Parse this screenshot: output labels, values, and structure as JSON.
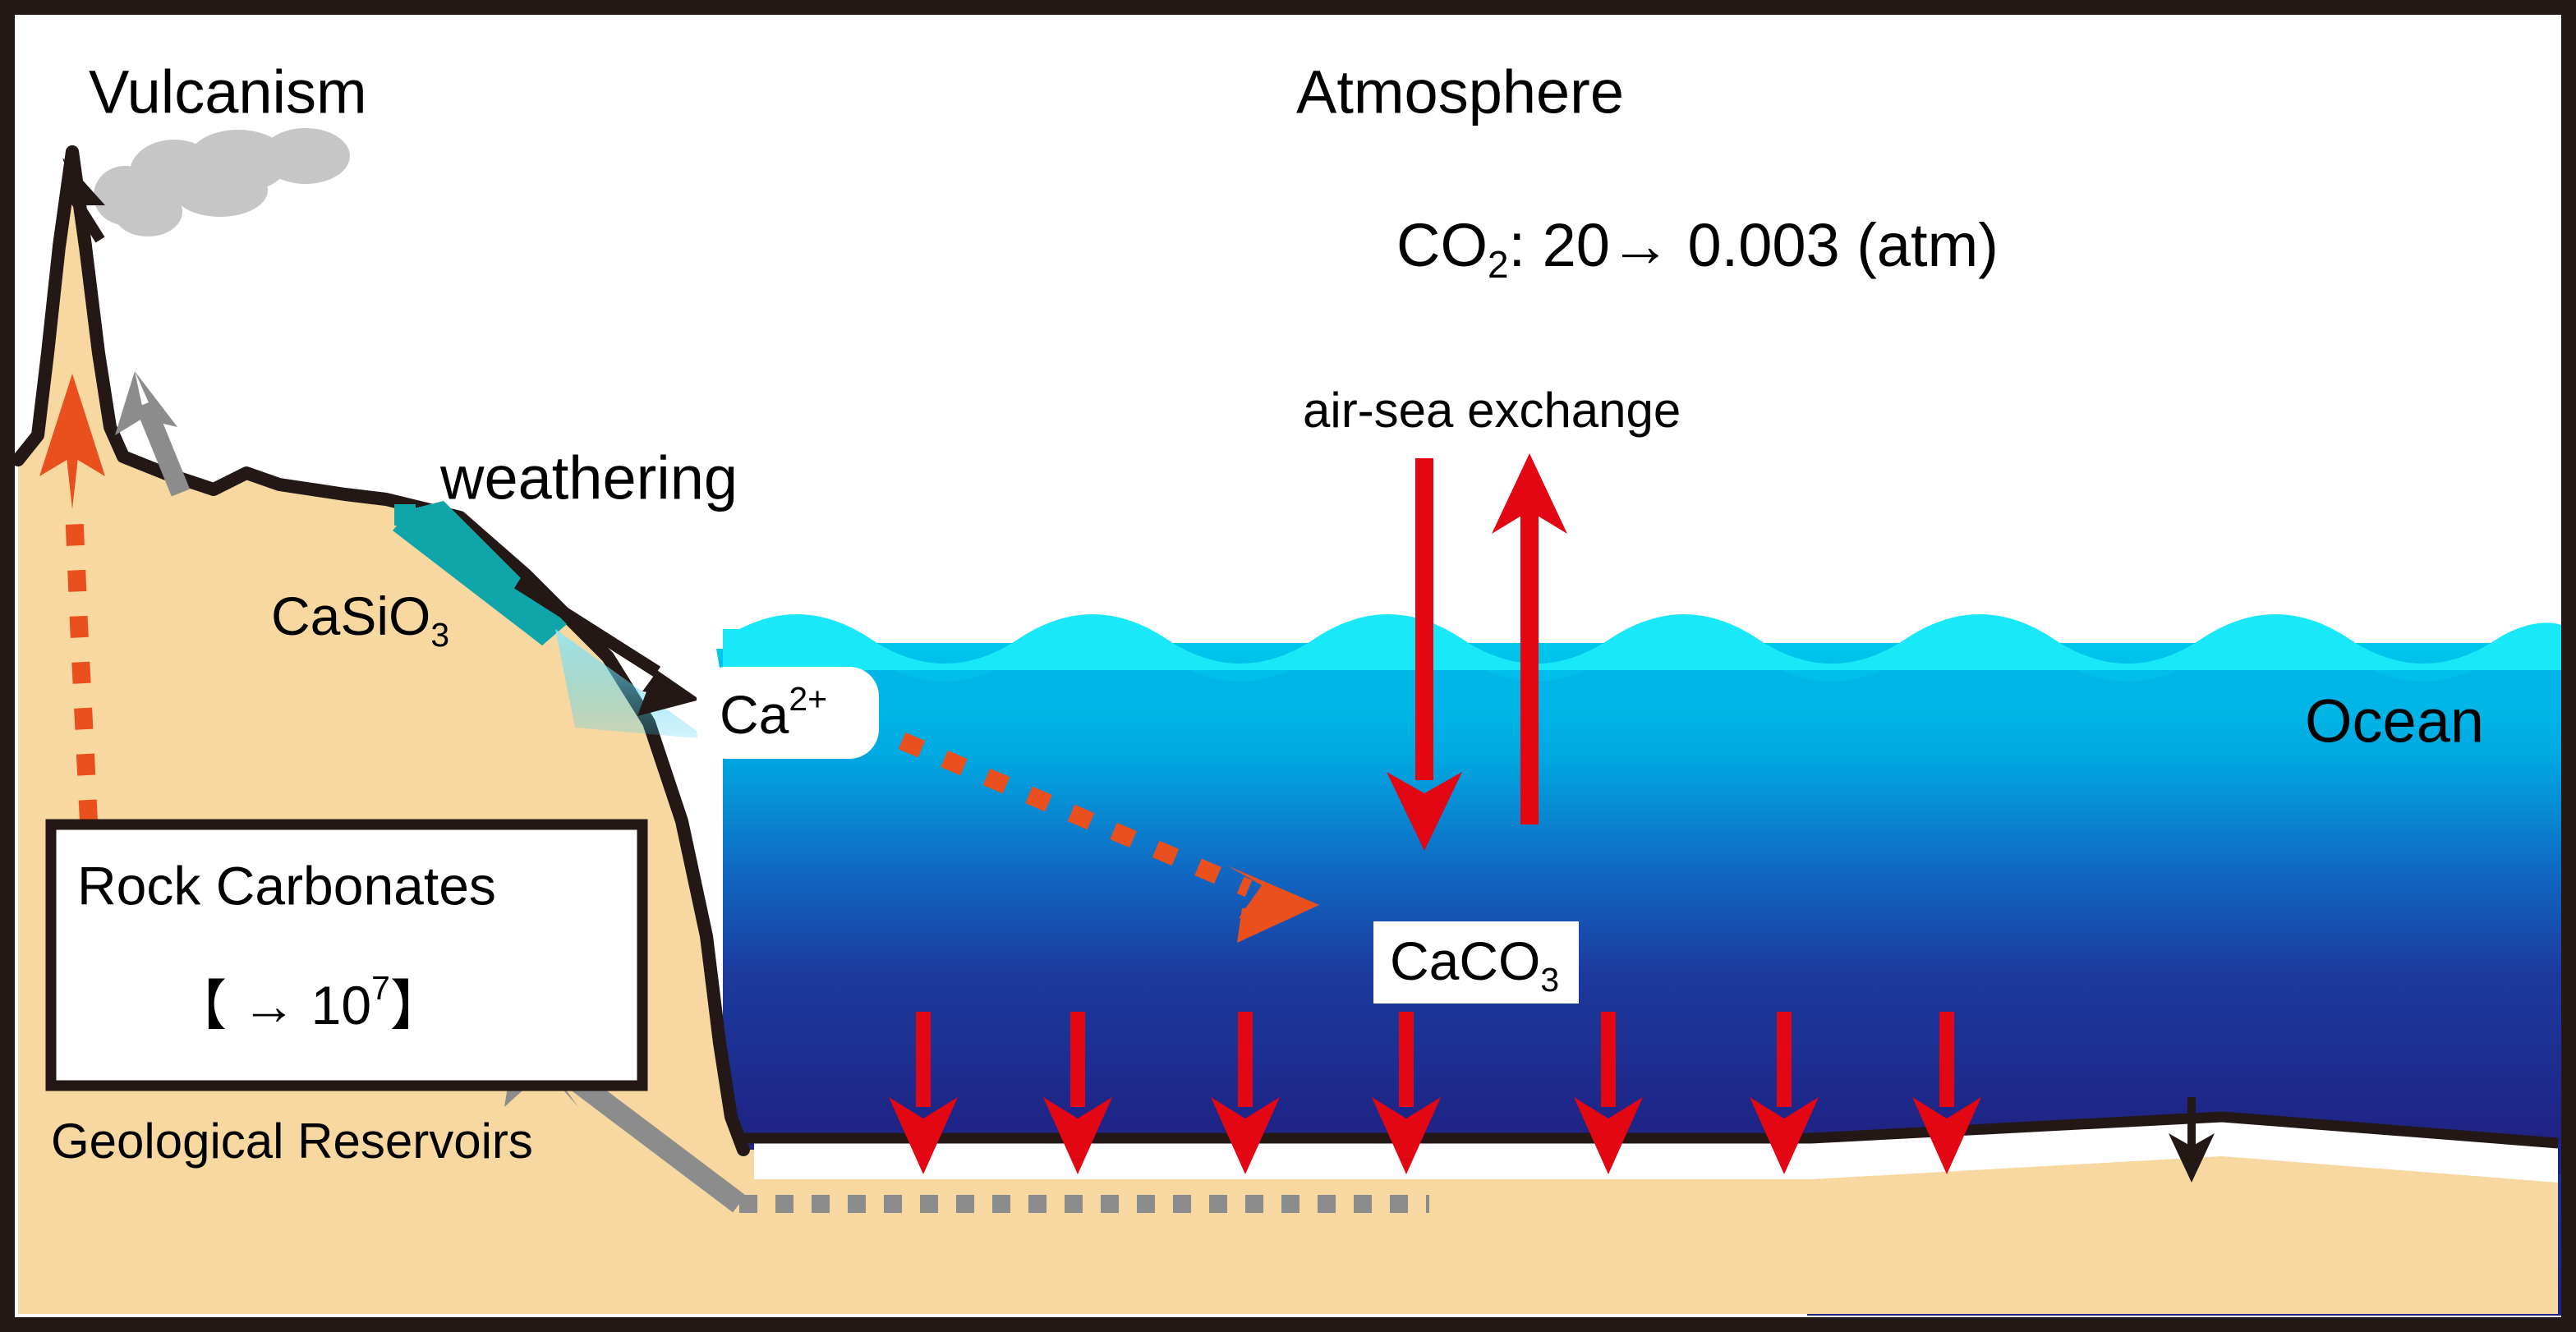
{
  "figure": {
    "title_implied": "Carbonate-silicate geochemical cycle",
    "colors": {
      "border": "#231815",
      "land": "#F7D8A0",
      "land_outline": "#231815",
      "ocean_top": "#00BFE8",
      "ocean_bottom": "#1F2283",
      "wave_light": "#18E8F7",
      "wave_mid": "#00B6E8",
      "teal_weathering": "#10A5A9",
      "red_arrow": "#E30613",
      "orange_arrow": "#E8541E",
      "grey_arrow": "#8C8C8C",
      "smoke": "#C6C6C6",
      "sediment": "#FFFFFF",
      "label_box_fill": "#FFFFFF"
    }
  },
  "labels": {
    "vulcanism": "Vulcanism",
    "atmosphere": "Atmosphere",
    "co2_species": "CO",
    "co2_subscript": "2",
    "co2_values": ": 20→  0.003 (atm)",
    "air_sea_exchange": "air-sea exchange",
    "weathering": "weathering",
    "casio3_base": "CaSiO",
    "casio3_subscript": "3",
    "ca_ion_base": "Ca",
    "ca_ion_superscript": "2+",
    "caco3_base": "CaCO",
    "caco3_subscript": "3",
    "ocean": "Ocean",
    "rock_carbonates": "Rock Carbonates",
    "rock_carbonates_value_open": "【 → 10",
    "rock_carbonates_value_exp": "7",
    "rock_carbonates_value_close": "】",
    "geological_reservoirs": "Geological Reservoirs"
  },
  "chart_data": {
    "type": "diagram",
    "title": "Carbonate–silicate cycle: atmosphere, ocean and geological reservoirs",
    "reservoirs": [
      {
        "name": "Atmosphere",
        "species": "CO2",
        "value_start": 20,
        "value_end": 0.003,
        "units": "atm",
        "annotation": "CO2: 20→ 0.003 (atm)"
      },
      {
        "name": "Ocean",
        "species": [
          "Ca2+",
          "CaCO3"
        ],
        "annotation": "Ocean"
      },
      {
        "name": "Geological Reservoirs",
        "species": "Rock Carbonates",
        "value_factor": "【 → 10^7 】",
        "exponent": 7,
        "annotation": "Rock Carbonates 【 → 10⁷】"
      },
      {
        "name": "Land / crust",
        "species": "CaSiO3",
        "annotation": "CaSiO3"
      }
    ],
    "fluxes": [
      {
        "name": "Vulcanism",
        "from": "Geological Reservoirs",
        "to": "Atmosphere",
        "style": "orange-dotted-arrow"
      },
      {
        "name": "volcanic outgassing",
        "from": "Volcano",
        "to": "Atmosphere",
        "style": "black-arrow"
      },
      {
        "name": "uplift",
        "from": "Geological Reservoirs",
        "to": "Land",
        "style": "grey-arrow"
      },
      {
        "name": "weathering",
        "from": "CaSiO3",
        "to": "Ca2+ (ocean)",
        "style": "teal-band-with-black-arrow"
      },
      {
        "name": "air-sea exchange (downward)",
        "from": "Atmosphere",
        "to": "Ocean",
        "style": "red-arrow-down"
      },
      {
        "name": "air-sea exchange (upward)",
        "from": "Ocean",
        "to": "Atmosphere",
        "style": "red-arrow-up"
      },
      {
        "name": "carbonate precipitation",
        "from": "Ca2+",
        "to": "CaCO3",
        "style": "orange-dotted-arrow"
      },
      {
        "name": "CaCO3 settling / burial",
        "from": "CaCO3",
        "to": "seafloor sediment",
        "style": "red-arrows-down",
        "count": 7
      },
      {
        "name": "burial to rock",
        "from": "seafloor sediment",
        "to": "Rock Carbonates",
        "style": "grey-dashed-with-arrow"
      },
      {
        "name": "deep deposition",
        "from": "Ocean",
        "to": "seafloor",
        "style": "small-black-arrow"
      }
    ],
    "legend": [],
    "grid": false
  }
}
